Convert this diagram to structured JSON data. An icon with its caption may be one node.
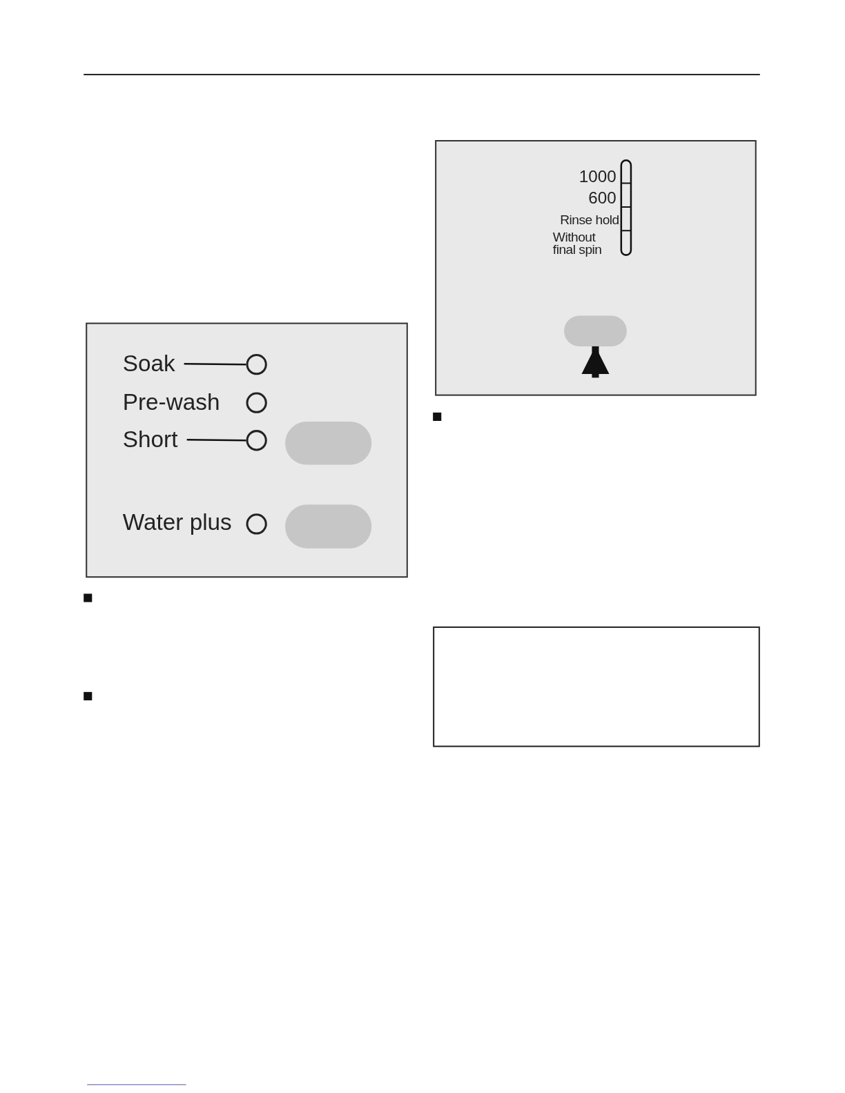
{
  "diagram": {
    "nodes": [
      {
        "text": [
          "Soak"
        ]
      },
      {
        "text": [],
        "shape": "circle"
      },
      {
        "text": [],
        "shape": "circle"
      },
      {
        "text": [
          "Short"
        ]
      },
      {
        "text": [],
        "shape": "circle"
      },
      {
        "text": [],
        "shape": "button"
      },
      {
        "text": [],
        "shape": "circle"
      },
      {
        "text": [],
        "shape": "button"
      },
      {
        "text": [],
        "shape": "button"
      }
    ],
    "edges": [
      {
        "from": 0,
        "to": 1,
        "arrow": "none"
      },
      {
        "from": 3,
        "to": 4,
        "arrow": "none"
      },
      {
        "from": null,
        "to": 8,
        "arrow": "to",
        "style": "thick"
      }
    ],
    "labels": [
      "Pre-wash",
      "Water plus",
      "1000",
      "600",
      "Rinse hold",
      "Without final spin"
    ]
  }
}
